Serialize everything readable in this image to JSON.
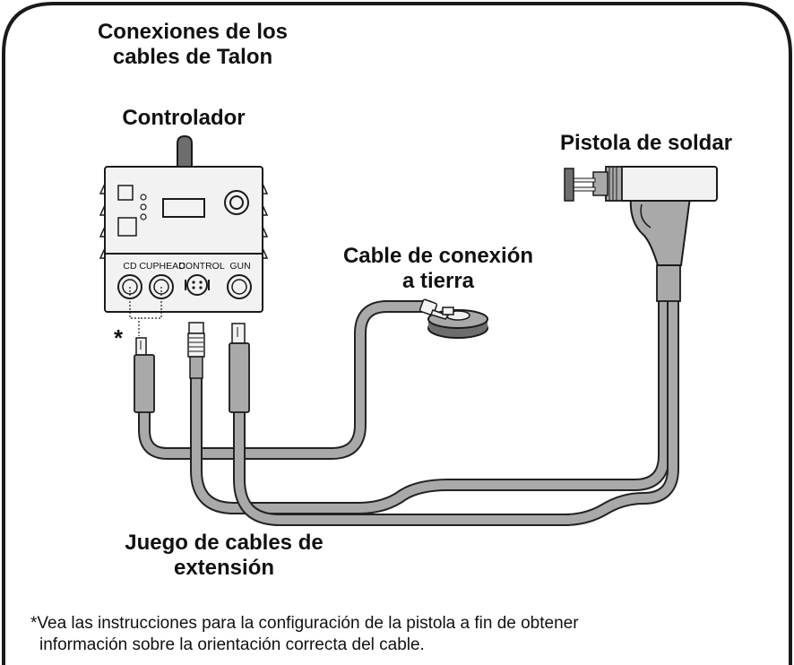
{
  "title": {
    "line1": "Conexiones de los",
    "line2": "cables de Talon"
  },
  "controller": {
    "label": "Controlador",
    "ports": [
      "CD",
      "CUPHEAD",
      "CONTROL",
      "GUN"
    ]
  },
  "weld_gun": {
    "label": "Pistola de soldar"
  },
  "ground_cable": {
    "line1": "Cable de conexión",
    "line2": "a tierra"
  },
  "extension_cables": {
    "line1": "Juego de cables de",
    "line2": "extensión"
  },
  "asterisk": "*",
  "footnote": {
    "line1": "*Vea las instrucciones para la configuración de la pistola a fin de obtener",
    "line2": "información sobre la orientación correcta del cable."
  },
  "colors": {
    "frame": "#1a1a1a",
    "device_fill": "#f2f2f2",
    "cable_fill": "#a9a9a9",
    "dark_fill": "#6e6e6e"
  }
}
